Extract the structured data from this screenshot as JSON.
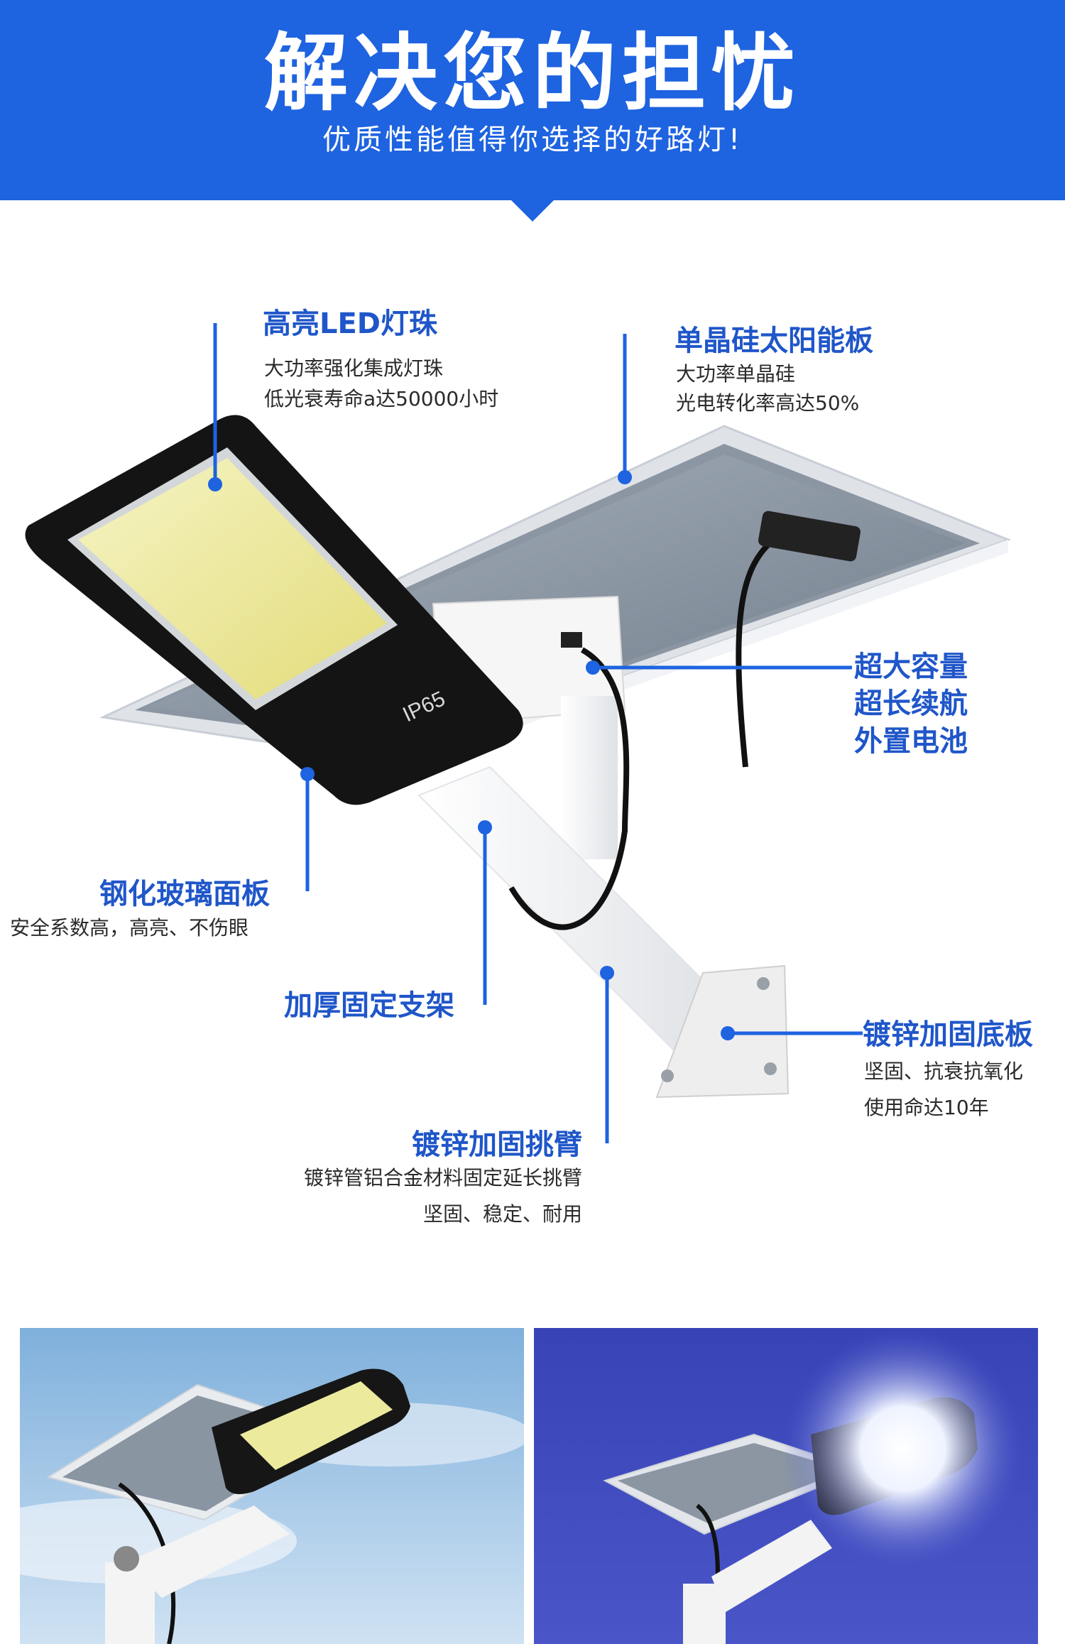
{
  "header": {
    "title": "解决您的担忧",
    "subtitle": "优质性能值得你选择的好路灯!"
  },
  "features": [
    {
      "title": "高亮LED灯珠",
      "desc": [
        "大功率强化集成灯珠",
        "低光衰寿命a达50000小时"
      ]
    },
    {
      "title": "单晶硅太阳能板",
      "desc": [
        "大功率单晶硅",
        "光电转化率高达50%"
      ]
    },
    {
      "title": "超大容量",
      "title2": "超长续航",
      "title3": "外置电池"
    },
    {
      "title": "钢化玻璃面板",
      "desc": [
        "安全系数高，高亮、不伤眼"
      ]
    },
    {
      "title": "加厚固定支架"
    },
    {
      "title": "镀锌加固底板",
      "desc": [
        "坚固、抗衰抗氧化",
        "使用命达10年"
      ]
    },
    {
      "title": "镀锌加固挑臂",
      "desc": [
        "镀锌管铝合金材料固定延长挑臂",
        "坚固、稳定、耐用"
      ]
    }
  ],
  "product": {
    "badge": "IP65"
  },
  "colors": {
    "accent": "#1e63e0",
    "label": "#1f56c9"
  }
}
